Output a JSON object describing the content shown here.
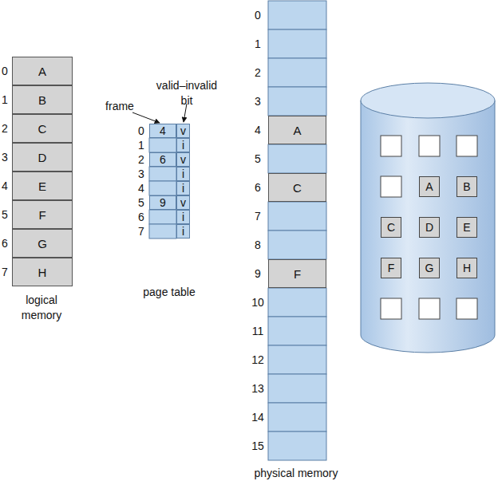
{
  "diagram": {
    "nodes": [
      {
        "text": [
          "A"
        ]
      },
      {
        "text": [
          "B"
        ]
      },
      {
        "text": [
          "C"
        ]
      },
      {
        "text": [
          "D"
        ]
      },
      {
        "text": [
          "E"
        ]
      },
      {
        "text": [
          "F"
        ]
      },
      {
        "text": [
          "G"
        ]
      },
      {
        "text": [
          "H"
        ]
      },
      {
        "text": [
          "4"
        ]
      },
      {
        "text": [
          "v"
        ]
      },
      {
        "text": [
          "i"
        ]
      },
      {
        "text": [
          "6"
        ]
      },
      {
        "text": [
          "v"
        ]
      },
      {
        "text": [
          "i"
        ]
      },
      {
        "text": [
          "i"
        ]
      },
      {
        "text": [
          "9"
        ]
      },
      {
        "text": [
          "v"
        ]
      },
      {
        "text": [
          "i"
        ]
      },
      {
        "text": [
          "i"
        ]
      },
      {
        "text": [
          "A"
        ]
      },
      {
        "text": [
          "C"
        ]
      },
      {
        "text": [
          "F"
        ]
      },
      {
        "text": [
          "A"
        ]
      },
      {
        "text": [
          "B"
        ]
      },
      {
        "text": [
          "C"
        ]
      },
      {
        "text": [
          "D"
        ]
      },
      {
        "text": [
          "E"
        ]
      },
      {
        "text": [
          "F"
        ]
      },
      {
        "text": [
          "G"
        ]
      },
      {
        "text": [
          "H"
        ]
      }
    ],
    "edges": [],
    "labels": [
      "0",
      "1",
      "2",
      "3",
      "4",
      "5",
      "6",
      "7",
      "logical memory",
      "valid–invalid bit",
      "frame",
      "0",
      "1",
      "2",
      "3",
      "4",
      "5",
      "6",
      "7",
      "page table",
      "0",
      "1",
      "2",
      "3",
      "4",
      "5",
      "6",
      "7",
      "8",
      "9",
      "10",
      "11",
      "12",
      "13",
      "14",
      "15",
      "physical memory"
    ]
  }
}
